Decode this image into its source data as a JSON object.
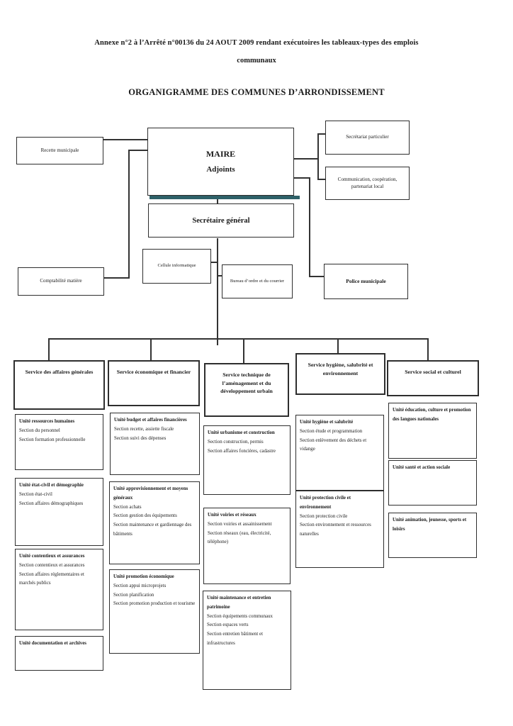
{
  "colors": {
    "background": "#ffffff",
    "box_border": "#2e2e2e",
    "line": "#333333",
    "maire_shadow_teal": "#2e6168"
  },
  "titles": {
    "annexe_line1": "Annexe n°2 à l’Arrêté n°00136 du 24 AOUT 2009 rendant exécutoires les tableaux-types des emplois",
    "annexe_line2": "communaux",
    "heading": "ORGANIGRAMME DES COMMUNES D’ARRONDISSEMENT"
  },
  "top_boxes": {
    "recette": "Recette municipale",
    "maire_line1": "MAIRE",
    "maire_line2": "Adjoints",
    "secretariat_particulier": "Secrétariat particulier",
    "communication": "Communication, coopération, partenariat local",
    "secretaire_general": "Secrétaire général",
    "cellule_informatique": "Cellule informatique",
    "bureau_ordre": "Bureau d’ordre et du courrier",
    "comptabilite": "Comptabilité matière",
    "police": "Police municipale"
  },
  "services": [
    {
      "header": "Service des affaires générales",
      "units": [
        {
          "title": "Unité ressources humaines",
          "sections": [
            "Section du personnel",
            "Section formation professionnelle"
          ]
        },
        {
          "title": "Unité état-civil et démographie",
          "sections": [
            "Section état-civil",
            "Section affaires démographiques"
          ]
        },
        {
          "title": "Unité contentieux et assurances",
          "sections": [
            "Section contentieux et assurances",
            "Section affaires réglementaires et marchés publics"
          ]
        },
        {
          "title": "Unité documentation et archives",
          "sections": []
        }
      ]
    },
    {
      "header": "Service économique et financier",
      "units": [
        {
          "title": "Unité budget et affaires financières",
          "sections": [
            "Section recette, assiette fiscale",
            "Section suivi des dépenses"
          ]
        },
        {
          "title": "Unité approvisionnement et moyens généraux",
          "sections": [
            "Section achats",
            "Section gestion des équipements",
            "Section maintenance et gardiennage des bâtiments"
          ]
        },
        {
          "title": "Unité promotion économique",
          "sections": [
            "Section appui microprojets",
            "Section planification",
            "Section promotion production et tourisme"
          ]
        }
      ]
    },
    {
      "header": "Service technique de l’aménagement et du développement urbain",
      "units": [
        {
          "title": "Unité urbanisme et construction",
          "sections": [
            "Section construction, permis",
            "Section affaires foncières, cadastre"
          ]
        },
        {
          "title": "Unité voiries et réseaux",
          "sections": [
            "Section voiries et assainissement",
            "Section réseaux (eau, électricité, téléphone)"
          ]
        },
        {
          "title": "Unité maintenance et entretien patrimoine",
          "sections": [
            "Section équipements communaux",
            "Section espaces verts",
            "Section entretien bâtiment et infrastructures"
          ]
        }
      ]
    },
    {
      "header": "Service hygiène, salubrité et environnement",
      "units": [
        {
          "title": "Unité hygiène et salubrité",
          "sections": [
            "Section étude et programmation",
            "Section enlèvement des déchets et vidange"
          ]
        },
        {
          "title": "Unité protection civile et environnement",
          "sections": [
            "Section protection civile",
            "Section environnement et ressources naturelles"
          ]
        }
      ]
    },
    {
      "header": "Service social et culturel",
      "units": [
        {
          "title": "Unité éducation, culture et promotion des langues nationales",
          "sections": []
        },
        {
          "title": "Unité santé et action sociale",
          "sections": []
        },
        {
          "title": "Unité animation, jeunesse, sports et loisirs",
          "sections": []
        }
      ]
    }
  ]
}
